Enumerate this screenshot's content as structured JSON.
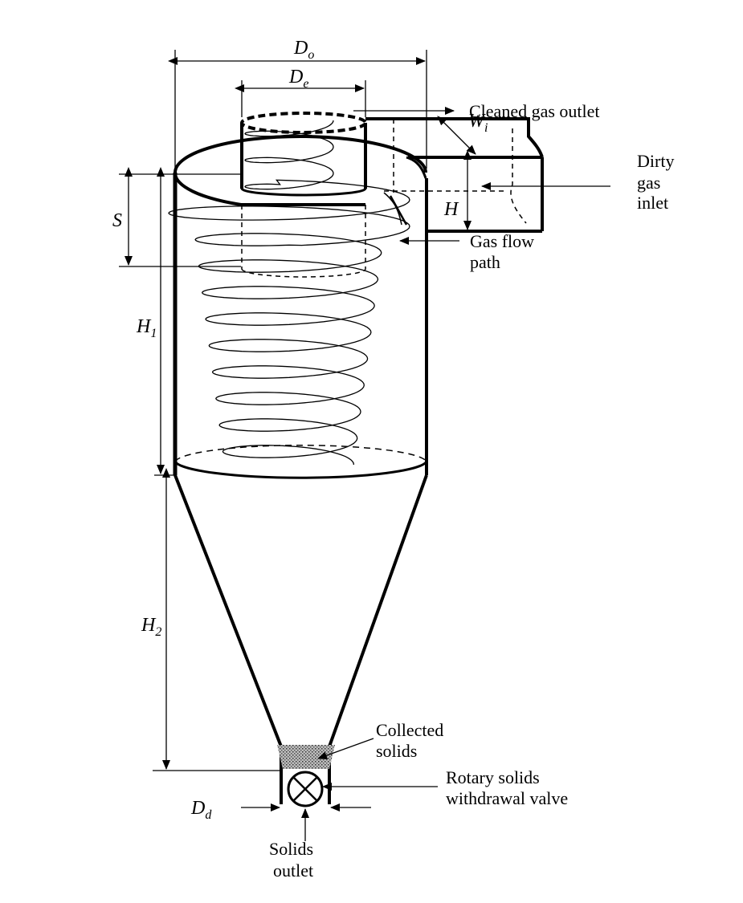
{
  "labels": {
    "cleaned_gas_outlet": "Cleaned gas outlet",
    "dirty_gas_inlet": [
      "Dirty",
      "gas",
      "inlet"
    ],
    "gas_flow_path": [
      "Gas flow",
      "path"
    ],
    "collected_solids": [
      "Collected",
      "solids"
    ],
    "rotary_valve": [
      "Rotary solids",
      "withdrawal valve"
    ],
    "solids_outlet": [
      "Solids",
      "outlet"
    ]
  },
  "dimensions": {
    "Do": {
      "main": "D",
      "sub": "o"
    },
    "De": {
      "main": "D",
      "sub": "e"
    },
    "Wi": {
      "main": "W",
      "sub": "i"
    },
    "H": {
      "main": "H",
      "sub": ""
    },
    "S": {
      "main": "S",
      "sub": ""
    },
    "H1": {
      "main": "H",
      "sub": "1"
    },
    "H2": {
      "main": "H",
      "sub": "2"
    },
    "Dd": {
      "main": "D",
      "sub": "d"
    }
  },
  "colors": {
    "ink": "#000000",
    "solids_fill": "#8a8a8a"
  }
}
